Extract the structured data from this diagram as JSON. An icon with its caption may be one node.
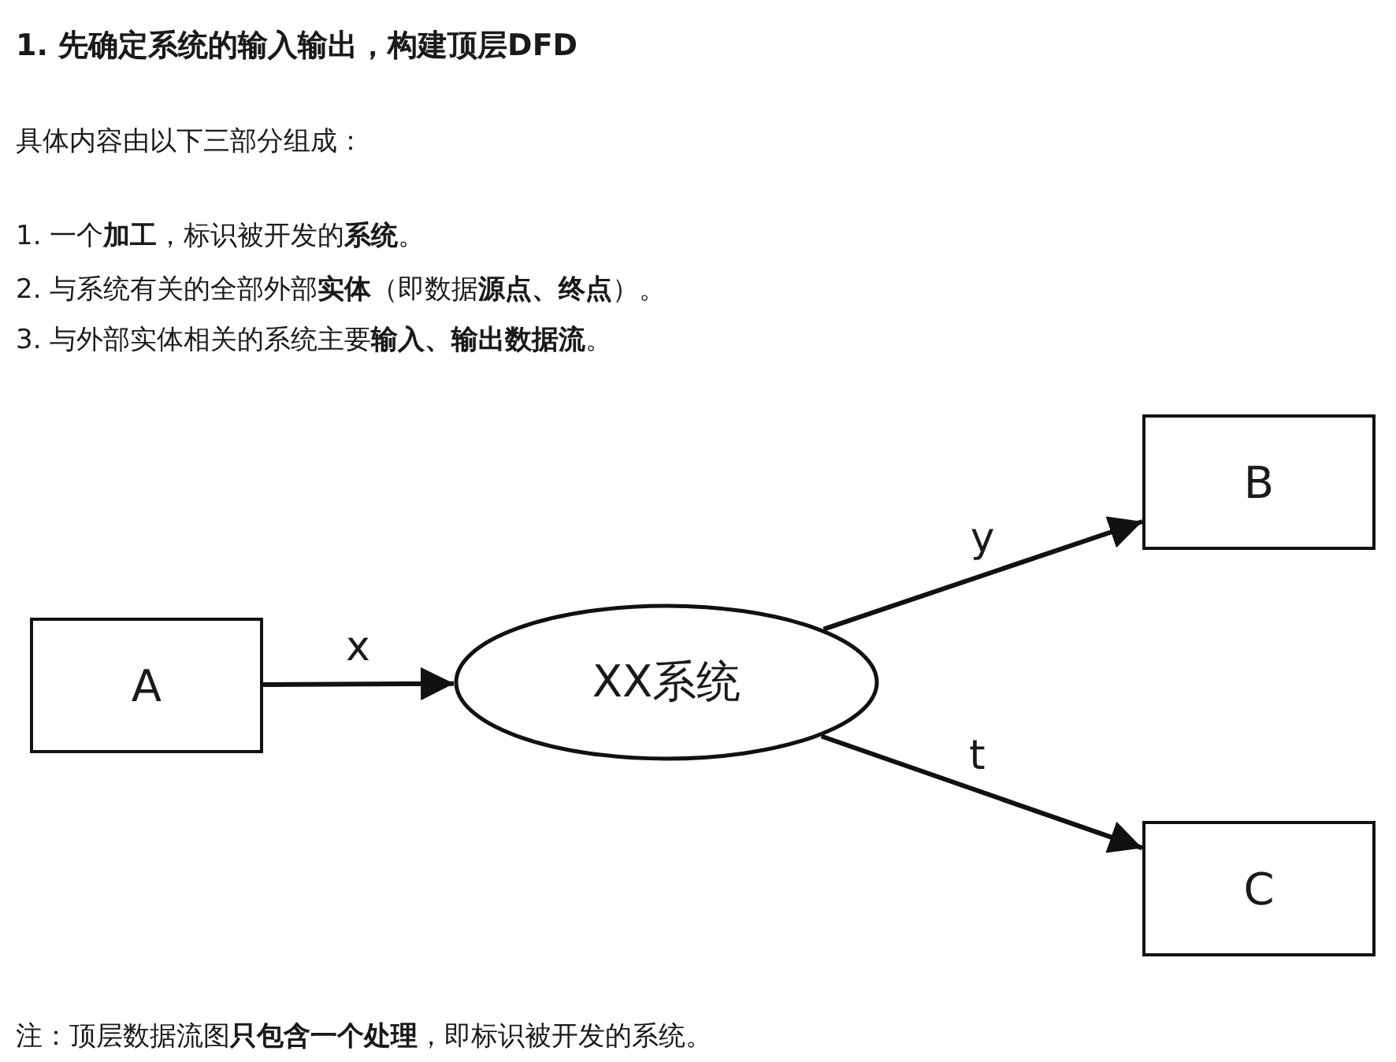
{
  "diagram": {
    "title": "1. 先确定系统的输入输出，构建顶层DFD",
    "nodes": [
      {
        "text": [
          "A"
        ]
      },
      {
        "text": [
          "XX系统"
        ]
      },
      {
        "text": [
          "B"
        ]
      },
      {
        "text": [
          "C"
        ]
      }
    ],
    "edges": [
      {
        "from": 0,
        "to": 1,
        "arrow": "to",
        "label": "x"
      },
      {
        "from": 1,
        "to": 2,
        "arrow": "to",
        "label": "y"
      },
      {
        "from": 1,
        "to": 3,
        "arrow": "to",
        "label": "t"
      }
    ],
    "labels": [
      "具体内容由以下三部分组成：",
      "1. 一个**加工**，标识被开发的**系统**。",
      "2. 与系统有关的全部外部**实体**（即数据**源点、终点**）。",
      "3. 与外部实体相关的系统主要**输入、输出数据流**。",
      "注：顶层数据流图**只包含一个处理**，即标识被开发的系统。"
    ]
  }
}
